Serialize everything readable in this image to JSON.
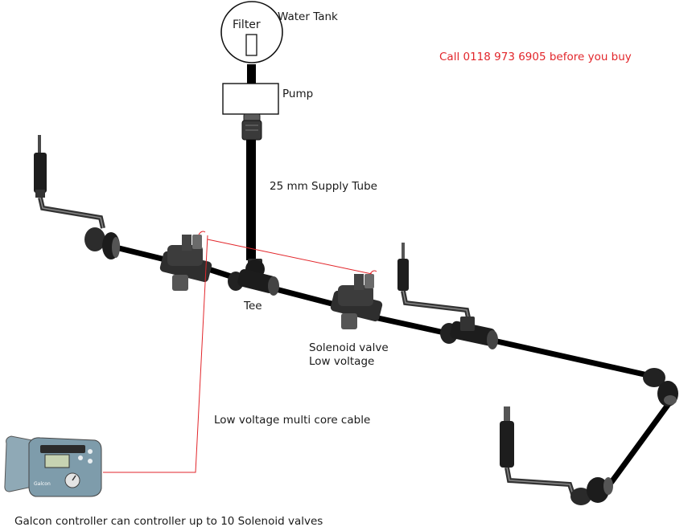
{
  "labels": {
    "filter": "Filter",
    "water_tank": "Water Tank",
    "pump": "Pump",
    "call": "Call 0118 973 6905 before you buy",
    "supply_tube": "25 mm Supply Tube",
    "tee": "Tee",
    "solenoid_line1": "Solenoid valve",
    "solenoid_line2": "Low voltage",
    "cable": "Low voltage multi core cable",
    "controller": "Galcon controller can controller up to 10 Solenoid valves"
  },
  "controller_brand": "Galcon",
  "colors": {
    "pipe": "#000000",
    "cable": "#e2262b",
    "call_text": "#e2262b",
    "controller_body": "#7e9cab",
    "fitting": "#2a2a2a"
  }
}
